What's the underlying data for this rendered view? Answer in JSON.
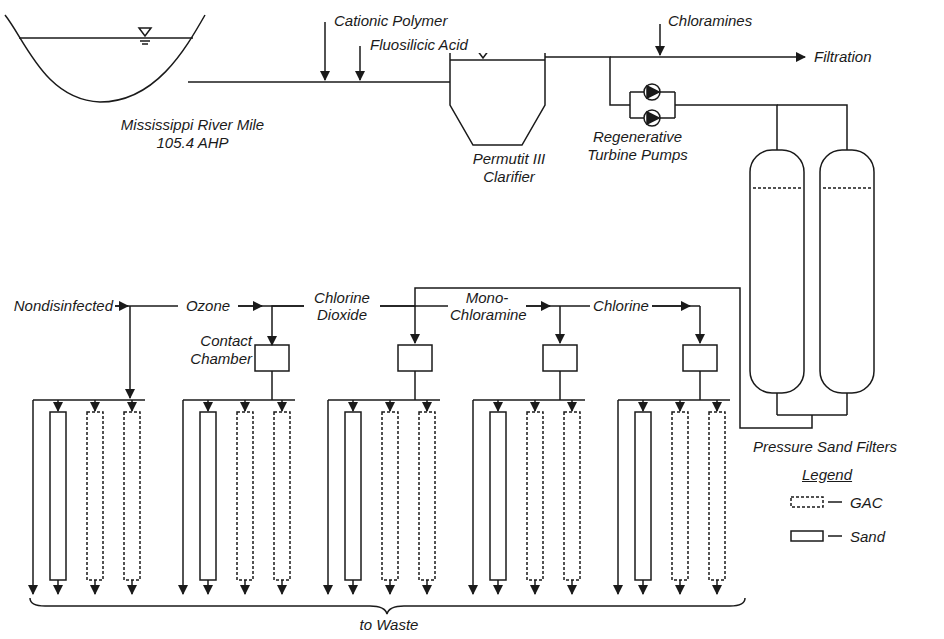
{
  "diagram": {
    "nodes": [
      {
        "text": [
          "Mississippi River Mile 105.4 AHP"
        ]
      },
      {
        "text": [
          "Permutit III Clarifier"
        ]
      },
      {
        "text": [
          "Regenerative Turbine Pumps"
        ]
      },
      {
        "text": [
          "Pressure Sand Filters"
        ]
      },
      {
        "text": [
          "Contact Chamber"
        ]
      }
    ],
    "edges": [
      {
        "from": 0,
        "to": 1,
        "arrow": "none"
      },
      {
        "from": 1,
        "to": 2,
        "arrow": "none"
      },
      {
        "from": 2,
        "to": 3,
        "arrow": "none"
      },
      {
        "from": 3,
        "to": 4,
        "arrow": "to"
      }
    ],
    "labels": [
      "Cationic Polymer",
      "Fluosilicic Acid",
      "Chloramines",
      "Filtration",
      "Nondisinfected",
      "Ozone",
      "Chlorine Dioxide",
      "Mono-Chloramine",
      "Chlorine",
      "Legend",
      "to Waste"
    ],
    "legend": [
      {
        "text": "GAC"
      },
      {
        "text": "Sand"
      }
    ]
  }
}
